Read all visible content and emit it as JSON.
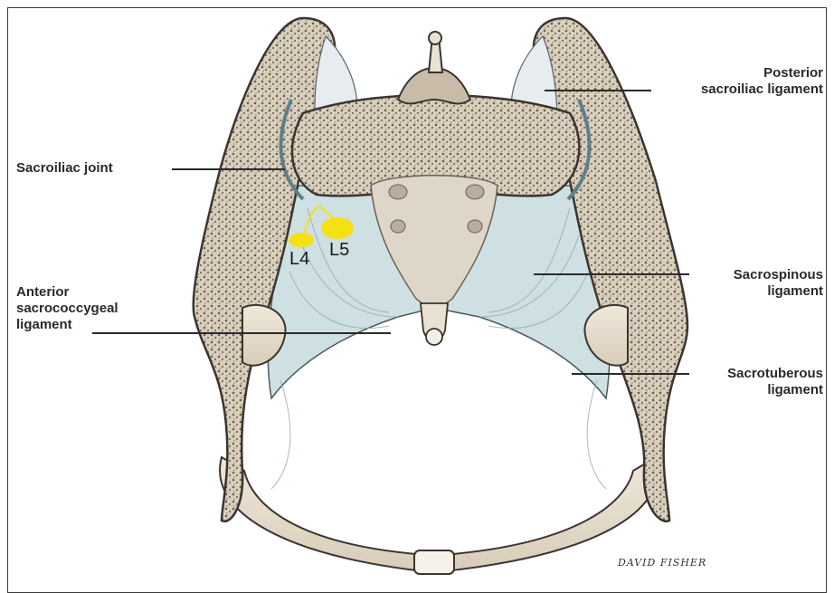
{
  "labels": {
    "posterior_sacroiliac": [
      "Posterior",
      "sacroiliac ligament"
    ],
    "sacroiliac_joint": "Sacroiliac joint",
    "anterior_sacrococcygeal": [
      "Anterior",
      "sacrococcygeal",
      "ligament"
    ],
    "sacrospinous": [
      "Sacrospinous",
      "ligament"
    ],
    "sacrotuberous": [
      "Sacrotuberous",
      "ligament"
    ]
  },
  "markers": {
    "l4": "L4",
    "l5": "L5",
    "color": "#f5e012"
  },
  "signature": "DAVID FISHER",
  "colors": {
    "bone": "#e9e1d2",
    "bone_outline": "#3b3430",
    "ligament": "#c9dde0",
    "text": "#2a2a2a"
  }
}
